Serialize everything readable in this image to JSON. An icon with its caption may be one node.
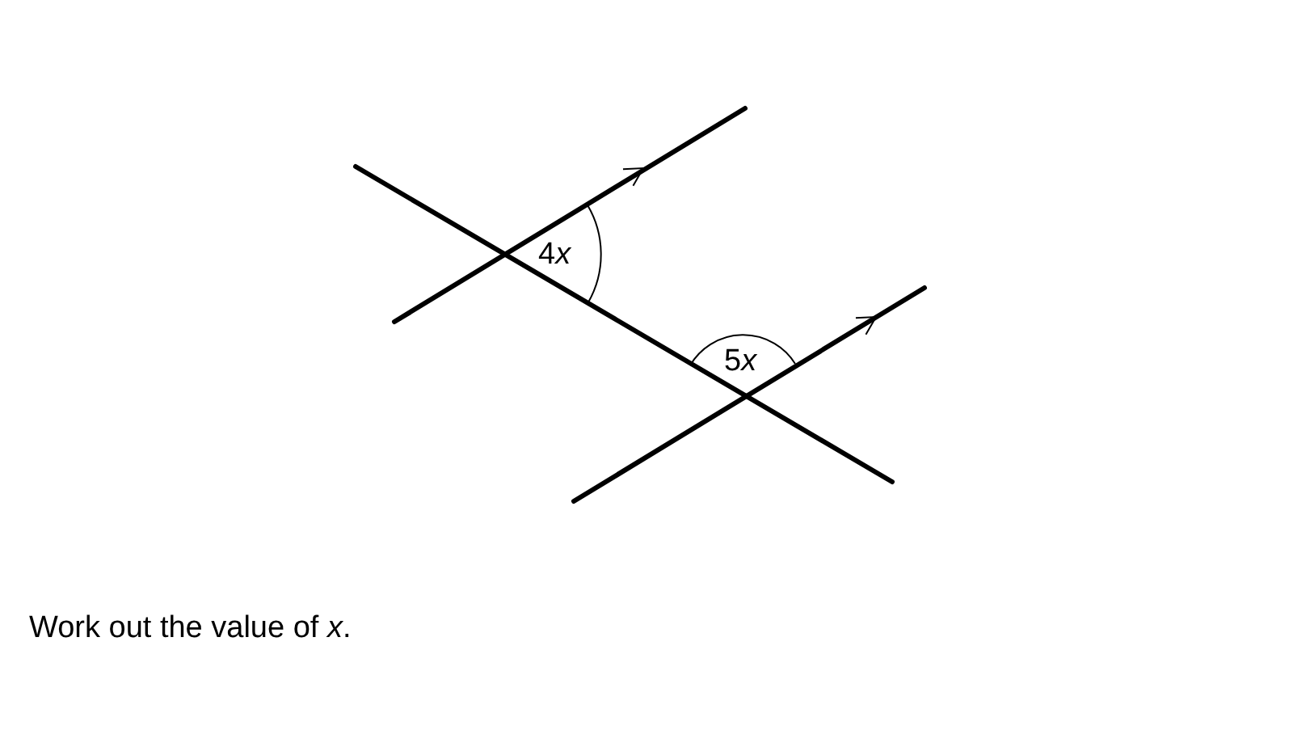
{
  "diagram": {
    "labels": [
      "4x",
      "5x",
      "Work out the value of *x*."
    ]
  }
}
